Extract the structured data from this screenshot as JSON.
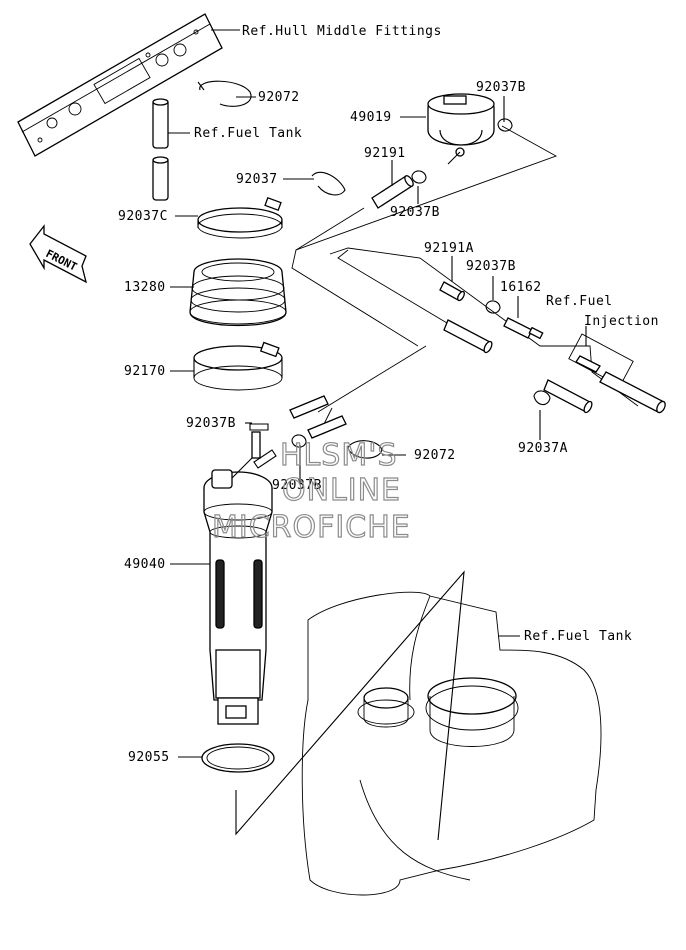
{
  "labels": {
    "ref_hull_middle_fittings": "Ref.Hull Middle Fittings",
    "p92072_top": "92072",
    "ref_fuel_tank_top": "Ref.Fuel Tank",
    "p92037": "92037",
    "p92037c": "92037C",
    "p13280": "13280",
    "p92170": "92170",
    "p92037b_left": "92037B",
    "p92037b_center": "92037B",
    "p92072_mid": "92072",
    "p49040": "49040",
    "p92055": "92055",
    "p92037b_top": "92037B",
    "p49019": "49019",
    "p92191": "92191",
    "p92037b_under": "92037B",
    "p92191a": "92191A",
    "p92037b_right": "92037B",
    "p16162": "16162",
    "ref_fuel": "Ref.Fuel",
    "injection": "Injection",
    "p92037a": "92037A",
    "ref_fuel_tank_bottom": "Ref.Fuel Tank"
  },
  "front_arrow": "FRONT",
  "watermark": {
    "line1": "HLSM'S",
    "line2": "ONLINE",
    "line3": "MICROFICHE",
    "color": "#8c8c8c"
  }
}
